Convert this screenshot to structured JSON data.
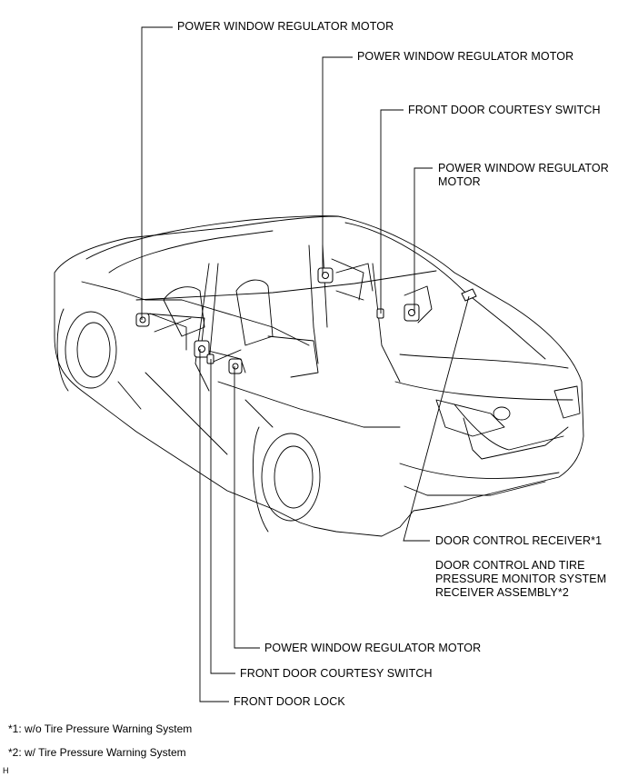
{
  "labels": {
    "pwrm_rear_left": "POWER WINDOW REGULATOR MOTOR",
    "pwrm_rear_right": "POWER WINDOW REGULATOR MOTOR",
    "fdcs_right": "FRONT DOOR COURTESY SWITCH",
    "pwrm_front_right": "POWER WINDOW REGULATOR MOTOR",
    "door_control_receiver": "DOOR CONTROL RECEIVER*1",
    "door_control_tpms": "DOOR CONTROL AND TIRE PRESSURE MONITOR SYSTEM RECEIVER ASSEMBLY*2",
    "pwrm_front_left": "POWER WINDOW REGULATOR MOTOR",
    "fdcs_left": "FRONT DOOR COURTESY SWITCH",
    "front_door_lock": "FRONT DOOR LOCK"
  },
  "footnotes": {
    "note1": "*1: w/o Tire Pressure Warning System",
    "note2": "*2: w/ Tire Pressure Warning System"
  },
  "corner_mark": "H"
}
